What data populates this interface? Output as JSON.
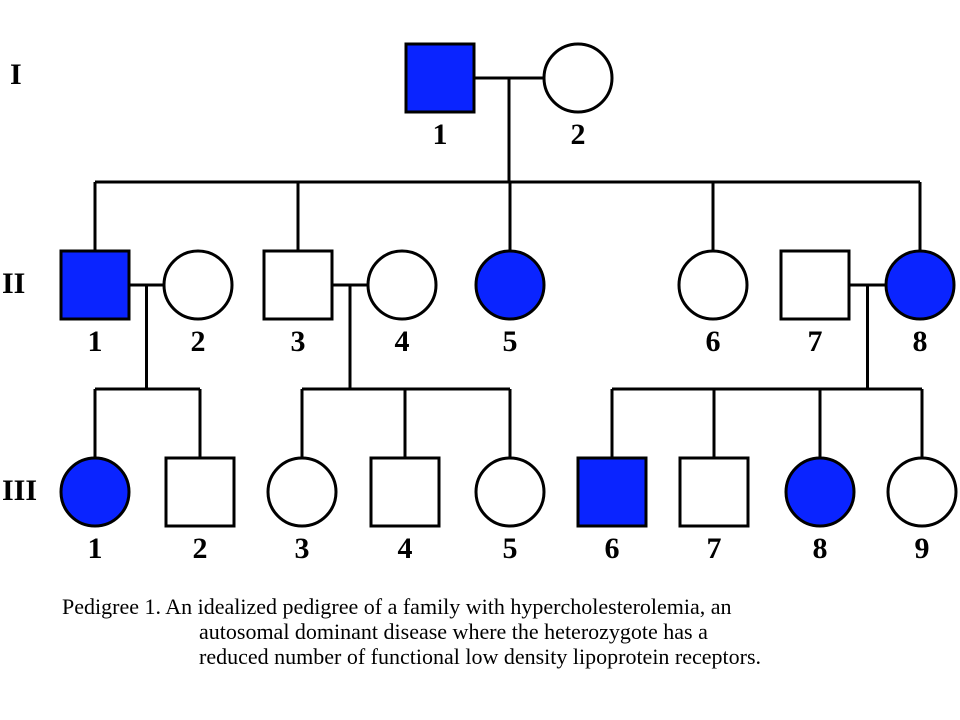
{
  "pedigree": {
    "colors": {
      "affected": "#0a24ff",
      "unaffected": "#ffffff",
      "outline": "#000000"
    },
    "generations": [
      {
        "id": "I",
        "label": "I"
      },
      {
        "id": "II",
        "label": "II"
      },
      {
        "id": "III",
        "label": "III"
      }
    ],
    "individuals": [
      {
        "id": "I-1",
        "generation": "I",
        "label": "1",
        "sex": "male",
        "affected": true
      },
      {
        "id": "I-2",
        "generation": "I",
        "label": "2",
        "sex": "female",
        "affected": false
      },
      {
        "id": "II-1",
        "generation": "II",
        "label": "1",
        "sex": "male",
        "affected": true
      },
      {
        "id": "II-2",
        "generation": "II",
        "label": "2",
        "sex": "female",
        "affected": false
      },
      {
        "id": "II-3",
        "generation": "II",
        "label": "3",
        "sex": "male",
        "affected": false
      },
      {
        "id": "II-4",
        "generation": "II",
        "label": "4",
        "sex": "female",
        "affected": false
      },
      {
        "id": "II-5",
        "generation": "II",
        "label": "5",
        "sex": "female",
        "affected": true
      },
      {
        "id": "II-6",
        "generation": "II",
        "label": "6",
        "sex": "female",
        "affected": false
      },
      {
        "id": "II-7",
        "generation": "II",
        "label": "7",
        "sex": "male",
        "affected": false
      },
      {
        "id": "II-8",
        "generation": "II",
        "label": "8",
        "sex": "female",
        "affected": true
      },
      {
        "id": "III-1",
        "generation": "III",
        "label": "1",
        "sex": "female",
        "affected": true
      },
      {
        "id": "III-2",
        "generation": "III",
        "label": "2",
        "sex": "male",
        "affected": false
      },
      {
        "id": "III-3",
        "generation": "III",
        "label": "3",
        "sex": "female",
        "affected": false
      },
      {
        "id": "III-4",
        "generation": "III",
        "label": "4",
        "sex": "male",
        "affected": false
      },
      {
        "id": "III-5",
        "generation": "III",
        "label": "5",
        "sex": "female",
        "affected": false
      },
      {
        "id": "III-6",
        "generation": "III",
        "label": "6",
        "sex": "male",
        "affected": true
      },
      {
        "id": "III-7",
        "generation": "III",
        "label": "7",
        "sex": "male",
        "affected": false
      },
      {
        "id": "III-8",
        "generation": "III",
        "label": "8",
        "sex": "female",
        "affected": true
      },
      {
        "id": "III-9",
        "generation": "III",
        "label": "9",
        "sex": "female",
        "affected": false
      }
    ],
    "matings": [
      {
        "partners": [
          "I-1",
          "I-2"
        ],
        "children": [
          "II-1",
          "II-3",
          "II-5",
          "II-6",
          "II-8"
        ]
      },
      {
        "partners": [
          "II-1",
          "II-2"
        ],
        "children": [
          "III-1",
          "III-2"
        ]
      },
      {
        "partners": [
          "II-3",
          "II-4"
        ],
        "children": [
          "III-3",
          "III-4",
          "III-5"
        ]
      },
      {
        "partners": [
          "II-7",
          "II-8"
        ],
        "children": [
          "III-6",
          "III-7",
          "III-8",
          "III-9"
        ]
      }
    ]
  },
  "caption": {
    "lines": [
      "Pedigree 1. An idealized pedigree of a family with hypercholesterolemia, an",
      "autosomal dominant disease where the heterozygote has a",
      "reduced number of functional low density lipoprotein receptors."
    ]
  }
}
